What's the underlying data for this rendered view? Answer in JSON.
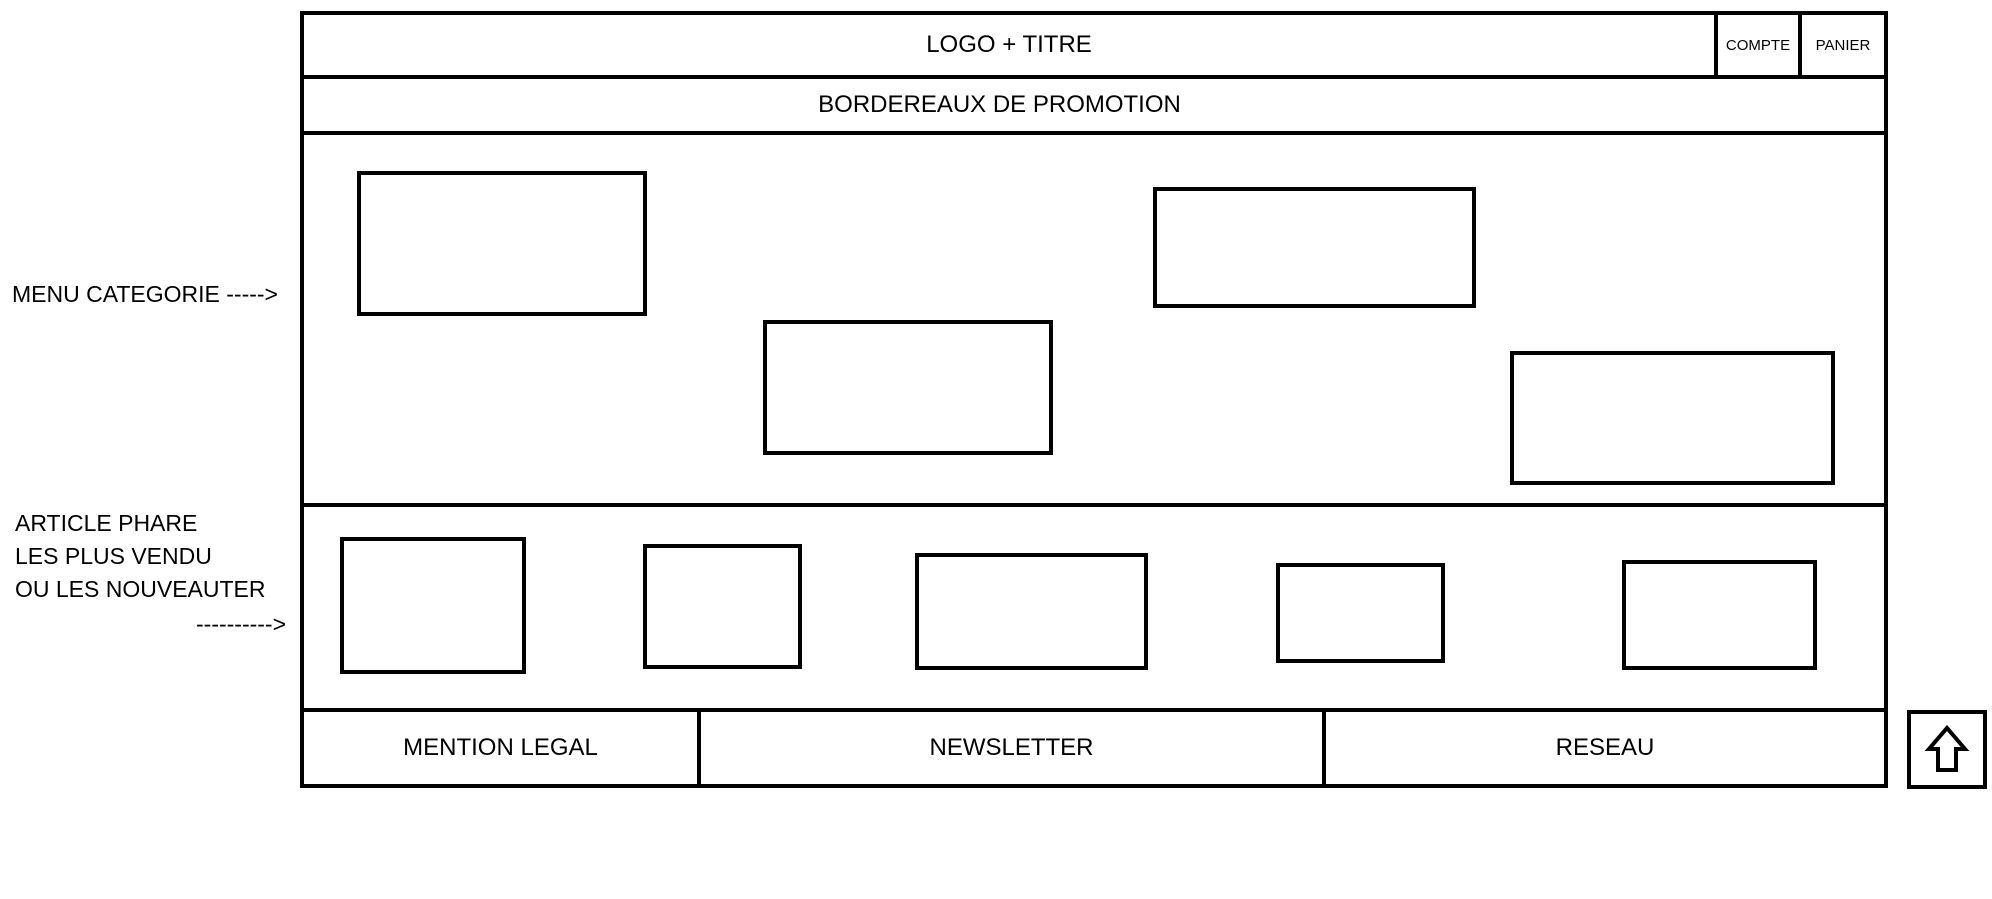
{
  "header": {
    "title": "LOGO + TITRE",
    "account_label": "COMPTE",
    "cart_label": "PANIER"
  },
  "promo_banner": {
    "label": "BORDEREAUX DE PROMOTION"
  },
  "annotations": {
    "menu_categorie": "MENU CATEGORIE ----->",
    "article_lines": [
      "ARTICLE PHARE",
      "LES PLUS VENDU",
      "OU LES NOUVEAUTER"
    ],
    "article_arrow": "---------->"
  },
  "footer": {
    "legal": "MENTION LEGAL",
    "newsletter": "NEWSLETTER",
    "network": "RESEAU"
  },
  "scroll_top_button": {
    "icon": "arrow-up-icon"
  }
}
